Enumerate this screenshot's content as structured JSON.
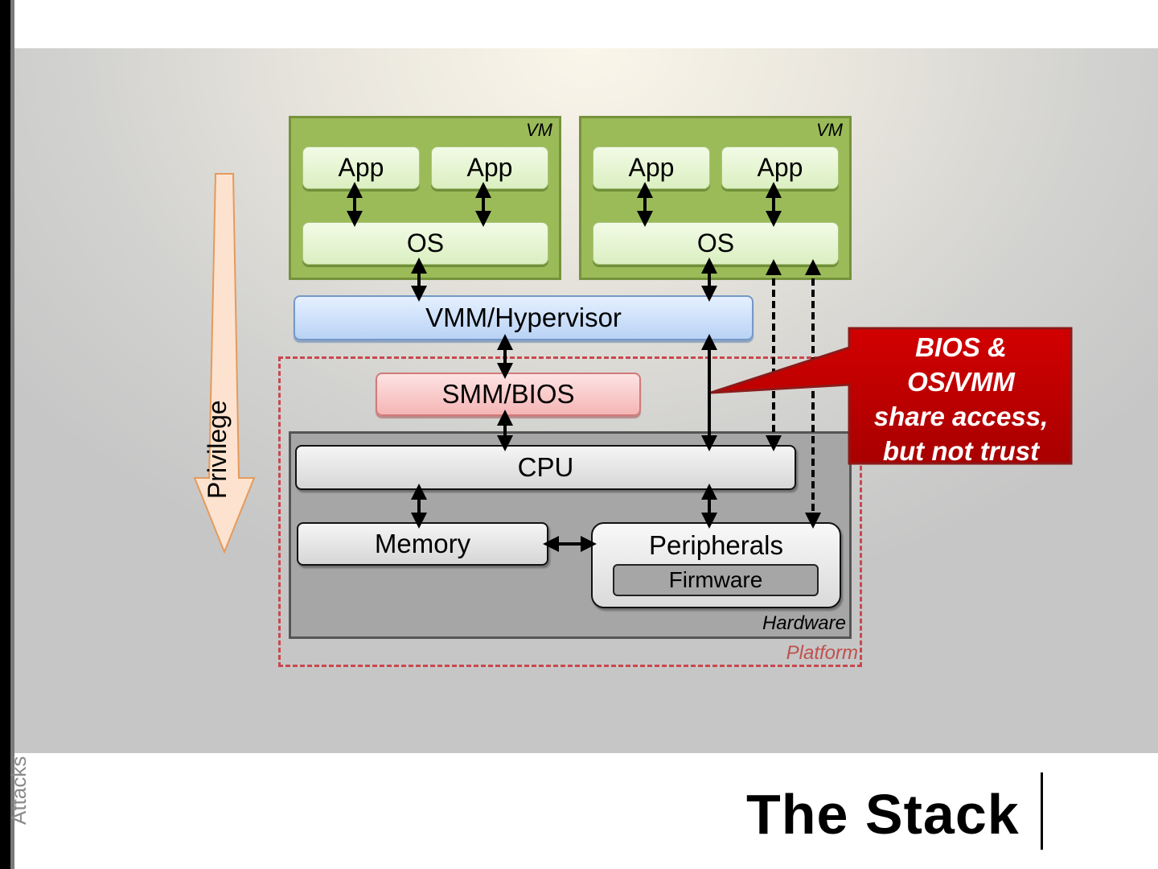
{
  "slide": {
    "title": "The Stack",
    "side_label": "Attacks"
  },
  "diagram": {
    "privilege_label": "Privilege",
    "vms": [
      {
        "label": "VM",
        "apps": [
          "App",
          "App"
        ],
        "os": "OS"
      },
      {
        "label": "VM",
        "apps": [
          "App",
          "App"
        ],
        "os": "OS"
      }
    ],
    "hypervisor": "VMM/Hypervisor",
    "smm": "SMM/BIOS",
    "cpu": "CPU",
    "memory": "Memory",
    "peripherals": "Peripherals",
    "firmware": "Firmware",
    "hardware_label": "Hardware",
    "platform_label": "Platform",
    "callout": {
      "lines": [
        "BIOS &",
        "OS/VMM",
        "share access,",
        "but not trust"
      ],
      "color": "#c00000"
    },
    "colors": {
      "vm_fill": "#9bbb59",
      "hypervisor_fill": "#c6dbf7",
      "smm_fill": "#f8c4c4",
      "hardware_fill": "#a6a6a6",
      "platform_border": "#c9484d",
      "privilege_arrow": "#fde0cc"
    }
  }
}
